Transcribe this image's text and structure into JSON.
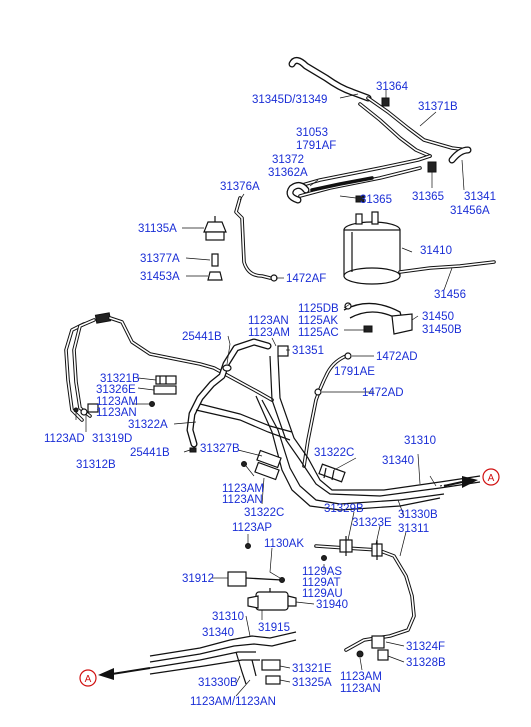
{
  "labels": {
    "p31345D_31349": "31345D/31349",
    "p31364": "31364",
    "p31371B": "31371B",
    "p31053": "31053",
    "p1791AF": "1791AF",
    "p31372": "31372",
    "p31362A": "31362A",
    "p31376A": "31376A",
    "p31365a": "31365",
    "p31365b": "31365",
    "p31341": "31341",
    "p31456A": "31456A",
    "p31135A": "31135A",
    "p31410": "31410",
    "p31377A": "31377A",
    "p31453A": "31453A",
    "p1472AF": "1472AF",
    "p31456": "31456",
    "p1125DB": "1125DB",
    "p1125AK": "1125AK",
    "p1125AC": "1125AC",
    "p31450": "31450",
    "p31450B": "31450B",
    "p1123AN_a": "1123AN",
    "p1123AM_a": "1123AM",
    "p25441B_a": "25441B",
    "p31351": "31351",
    "p1472AD_a": "1472AD",
    "p1791AE": "1791AE",
    "p1472AD_b": "1472AD",
    "p31321B": "31321B",
    "p31326E": "31326E",
    "p1123AM_b": "1123AM",
    "p1123AN_b": "1123AN",
    "p31322A": "31322A",
    "p1123AD": "1123AD",
    "p31319D": "31319D",
    "p31312B": "31312B",
    "p25441B_b": "25441B",
    "p31327B": "31327B",
    "p31322C_a": "31322C",
    "p31310_a": "31310",
    "p31340_a": "31340",
    "p1123AM_c": "1123AM",
    "p1123AN_c": "1123AN",
    "p31322C_b": "31322C",
    "p31329B": "31329B",
    "p31323E": "31323E",
    "p31330B_a": "31330B",
    "p31311": "31311",
    "p1123AP": "1123AP",
    "p1130AK": "1130AK",
    "p1129AS": "1129AS",
    "p1129AT": "1129AT",
    "p1129AU": "1129AU",
    "p31912": "31912",
    "p31940": "31940",
    "p31310_b": "31310",
    "p31915": "31915",
    "p31340_b": "31340",
    "p31324F": "31324F",
    "p31328B": "31328B",
    "p31321E": "31321E",
    "p31325A": "31325A",
    "p31330B_b": "31330B",
    "p1123AM_d": "1123AM",
    "p1123AN_d": "1123AN",
    "p1123AM_1123AN": "1123AM/1123AN"
  },
  "refs": {
    "ref_a_top": "A",
    "ref_a_bottom": "A"
  },
  "colors": {
    "label": "#1a2ed6",
    "reference_marker": "#d01010",
    "line": "#111111"
  }
}
